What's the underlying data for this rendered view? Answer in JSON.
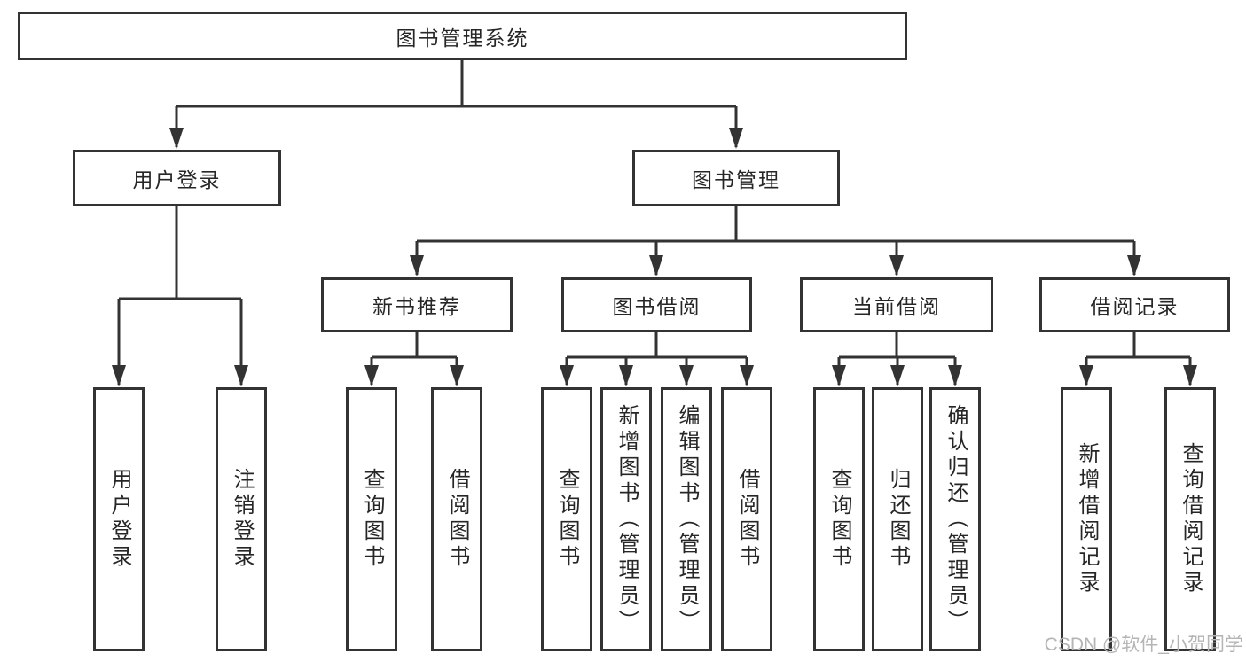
{
  "diagram": {
    "root": "图书管理系统",
    "level2": [
      "用户登录",
      "图书管理"
    ],
    "level3": [
      "新书推荐",
      "图书借阅",
      "当前借阅",
      "借阅记录"
    ],
    "leaves": [
      "用户登录",
      "注销登录",
      "查询图书",
      "借阅图书",
      "查询图书",
      "新增图书（管理员）",
      "编辑图书（管理员）",
      "借阅图书",
      "查询图书",
      "归还图书",
      "确认归还（管理员）",
      "新增借阅记录",
      "查询借阅记录"
    ],
    "watermark": "CSDN @软件_小贺同学",
    "colors": {
      "line": "#333333",
      "box_border": "#333333",
      "box_fill": "#ffffff",
      "text": "#262626",
      "watermark": "#b5b5b5"
    }
  }
}
